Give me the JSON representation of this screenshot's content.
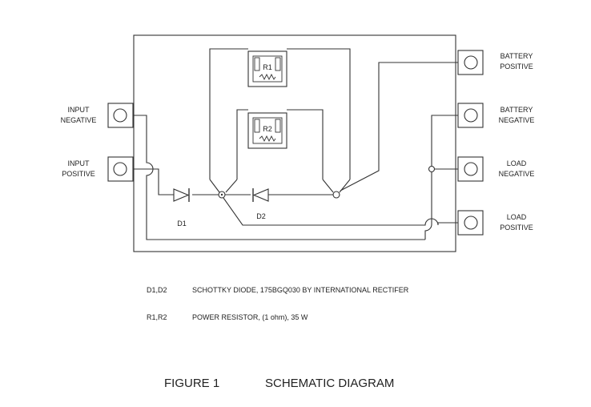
{
  "terminals": {
    "input_negative": [
      "INPUT",
      "NEGATIVE"
    ],
    "input_positive": [
      "INPUT",
      "POSITIVE"
    ],
    "battery_positive": [
      "BATTERY",
      "POSITIVE"
    ],
    "battery_negative": [
      "BATTERY",
      "NEGATIVE"
    ],
    "load_negative": [
      "LOAD",
      "NEGATIVE"
    ],
    "load_positive": [
      "LOAD",
      "POSITIVE"
    ]
  },
  "components": {
    "r1": "R1",
    "r2": "R2",
    "d1": "D1",
    "d2": "D2"
  },
  "legend": [
    {
      "key": "D1,D2",
      "value": "SCHOTTKY DIODE, 175BGQ030 BY INTERNATIONAL RECTIFER"
    },
    {
      "key": "R1,R2",
      "value": "POWER RESISTOR,  (1 ohm),  35 W"
    }
  ],
  "figure": {
    "number": "FIGURE 1",
    "title": "SCHEMATIC DIAGRAM"
  }
}
